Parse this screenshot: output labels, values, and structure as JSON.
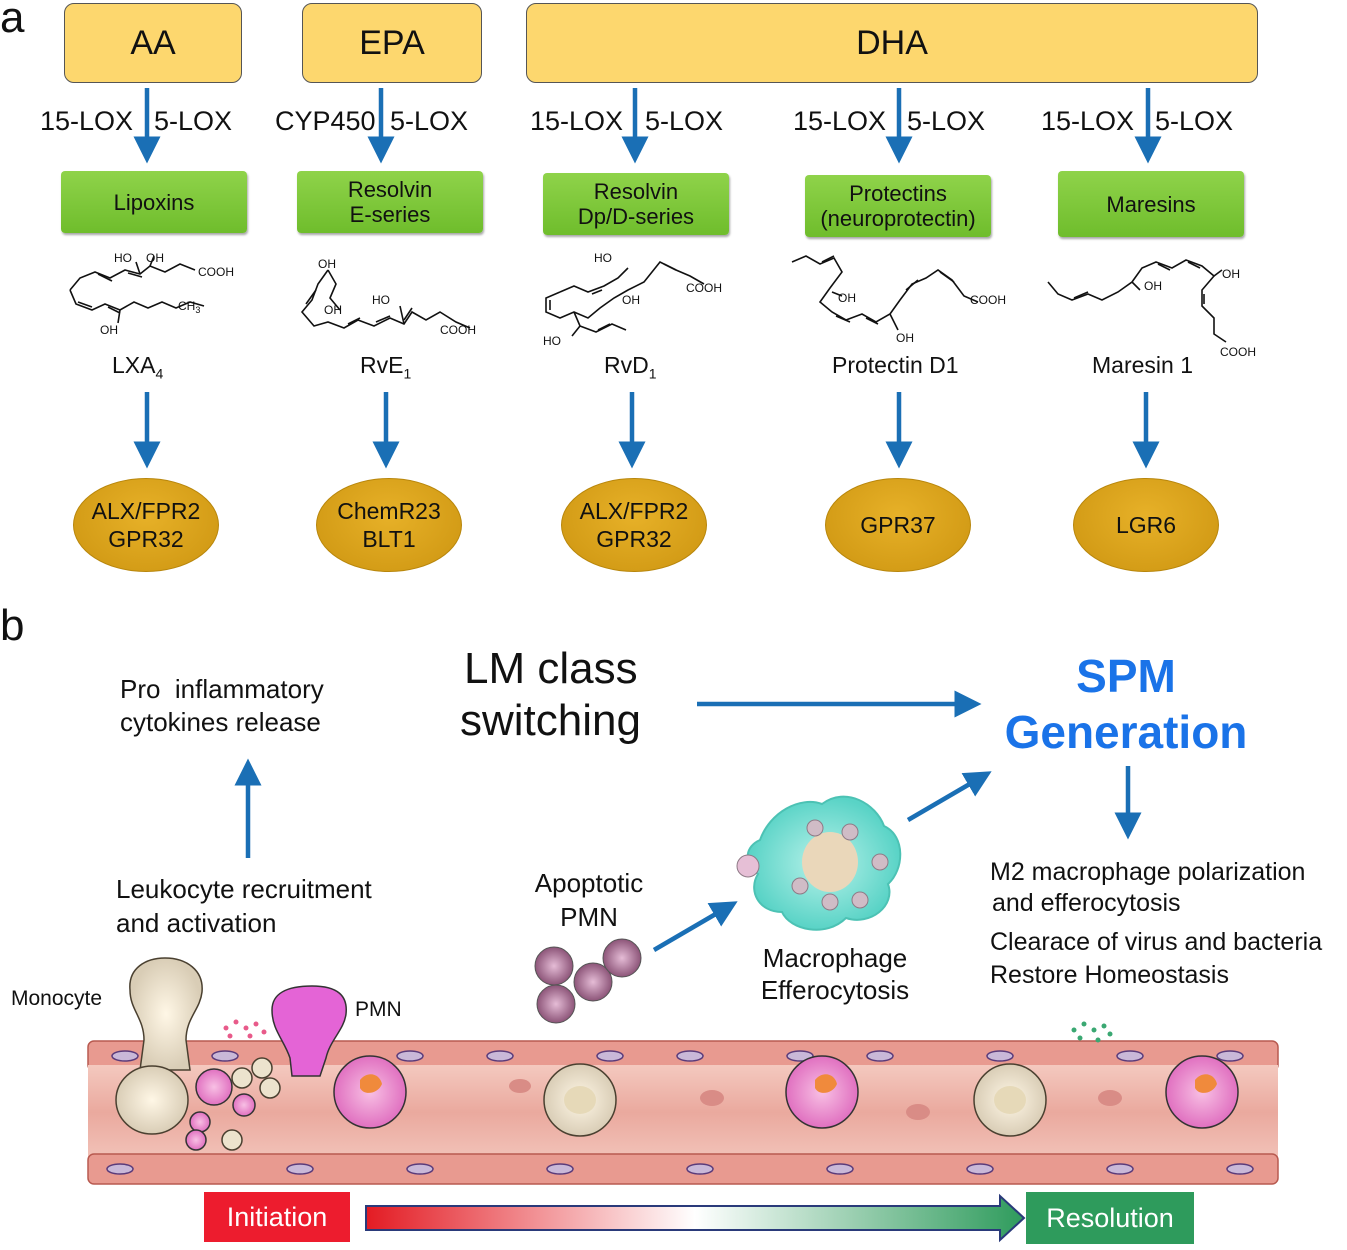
{
  "panel_a": {
    "letter": "a",
    "fatty_acids": [
      "AA",
      "EPA",
      "DHA"
    ],
    "pathways": [
      {
        "enzyme_left": "15-LOX",
        "enzyme_right": "5-LOX",
        "class": "Lipoxins",
        "compound_name": "LXA",
        "compound_sub": "4",
        "receptor": [
          "ALX/FPR2",
          "GPR32"
        ]
      },
      {
        "enzyme_left": "CYP450",
        "enzyme_right": "5-LOX",
        "class": "Resolvin\nE-series",
        "compound_name": "RvE",
        "compound_sub": "1",
        "receptor": [
          "ChemR23",
          "BLT1"
        ]
      },
      {
        "enzyme_left": "15-LOX",
        "enzyme_right": "5-LOX",
        "class": "Resolvin\nDp/D-series",
        "compound_name": "RvD",
        "compound_sub": "1",
        "receptor": [
          "ALX/FPR2",
          "GPR32"
        ]
      },
      {
        "enzyme_left": "15-LOX",
        "enzyme_right": "5-LOX",
        "class": "Protectins\n(neuroprotectin)",
        "compound_name": "Protectin D1",
        "compound_sub": "",
        "receptor": [
          "GPR37"
        ]
      },
      {
        "enzyme_left": "15-LOX",
        "enzyme_right": "5-LOX",
        "class": "Maresins",
        "compound_name": "Maresin 1",
        "compound_sub": "",
        "receptor": [
          "LGR6"
        ]
      }
    ],
    "structure_labels": {
      "oh": "OH",
      "ho": "HO",
      "cooh": "COOH",
      "ch3": "CH",
      "ch3_sub": "3"
    }
  },
  "panel_b": {
    "letter": "b",
    "pro_inflammatory": [
      "Pro  inflammatory",
      "cytokines release"
    ],
    "lm_switch": [
      "LM class",
      "switching"
    ],
    "spm": [
      "SPM",
      "Generation"
    ],
    "leukocyte": [
      "Leukocyte recruitment",
      "and activation"
    ],
    "apoptotic": [
      "Apoptotic",
      "PMN"
    ],
    "macrophage": [
      "Macrophage",
      "Efferocytosis"
    ],
    "outcomes": [
      "M2 macrophage polarization",
      "and efferocytosis",
      "Clearace of virus and bacteria",
      "Restore Homeostasis"
    ],
    "monocyte": "Monocyte",
    "pmn": "PMN",
    "initiation": "Initiation",
    "resolution": "Resolution"
  },
  "colors": {
    "fatty_acid_box": "#fdd76e",
    "class_box": "#7cc63a",
    "receptor": "#d9a11a",
    "arrow": "#1a6fb5",
    "spm_text": "#1a73e8",
    "initiation": "#ed1c2e",
    "resolution": "#2e9b5c",
    "vessel": "#e59b91"
  }
}
